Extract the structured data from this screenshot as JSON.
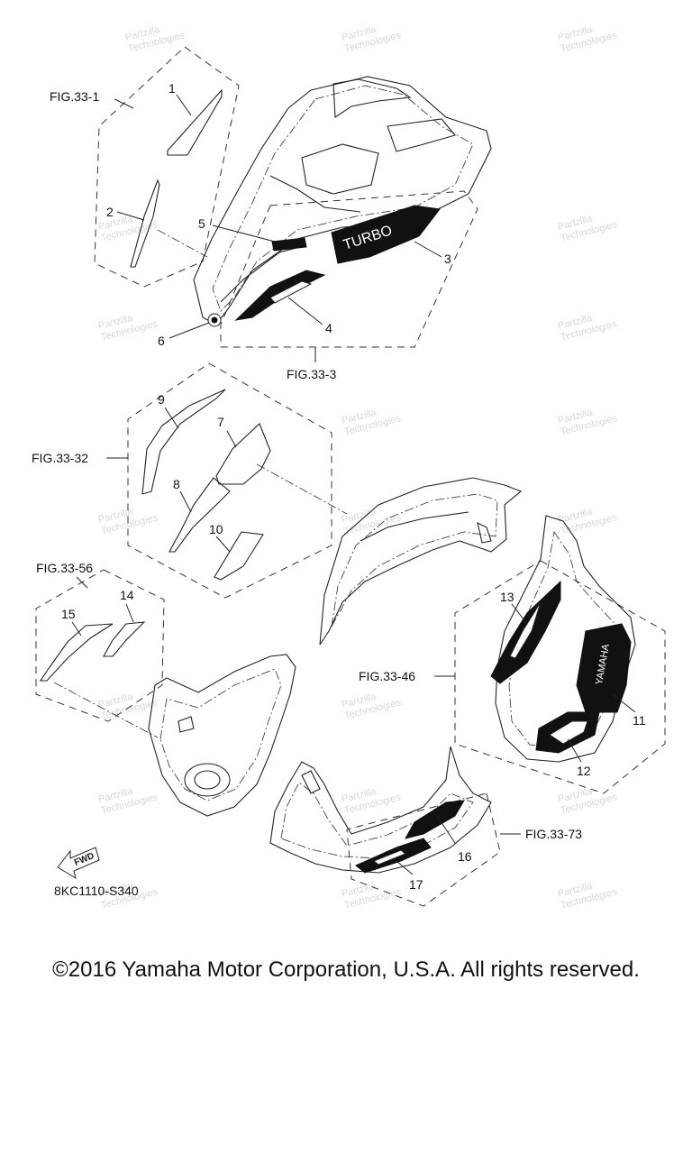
{
  "copyright": "©2016 Yamaha Motor Corporation, U.S.A. All rights reserved.",
  "diagram_code": "8KC1110-S340",
  "fwd_label": "FWD",
  "watermark": [
    "Partzilla",
    "Technologies"
  ],
  "figure_refs": {
    "fig_33_1": "FIG.33-1",
    "fig_33_3": "FIG.33-3",
    "fig_33_32": "FIG.33-32",
    "fig_33_56": "FIG.33-56",
    "fig_33_46": "FIG.33-46",
    "fig_33_73": "FIG.33-73"
  },
  "callouts": {
    "c1": "1",
    "c2": "2",
    "c3": "3",
    "c4": "4",
    "c5": "5",
    "c6": "6",
    "c7": "7",
    "c8": "8",
    "c9": "9",
    "c10": "10",
    "c11": "11",
    "c12": "12",
    "c13": "13",
    "c14": "14",
    "c15": "15",
    "c16": "16",
    "c17": "17"
  },
  "decal_text": {
    "turbo": "TURBO",
    "yamaha": "YAMAHA"
  },
  "icons": {
    "fwd_arrow": "fwd-arrow-icon"
  }
}
